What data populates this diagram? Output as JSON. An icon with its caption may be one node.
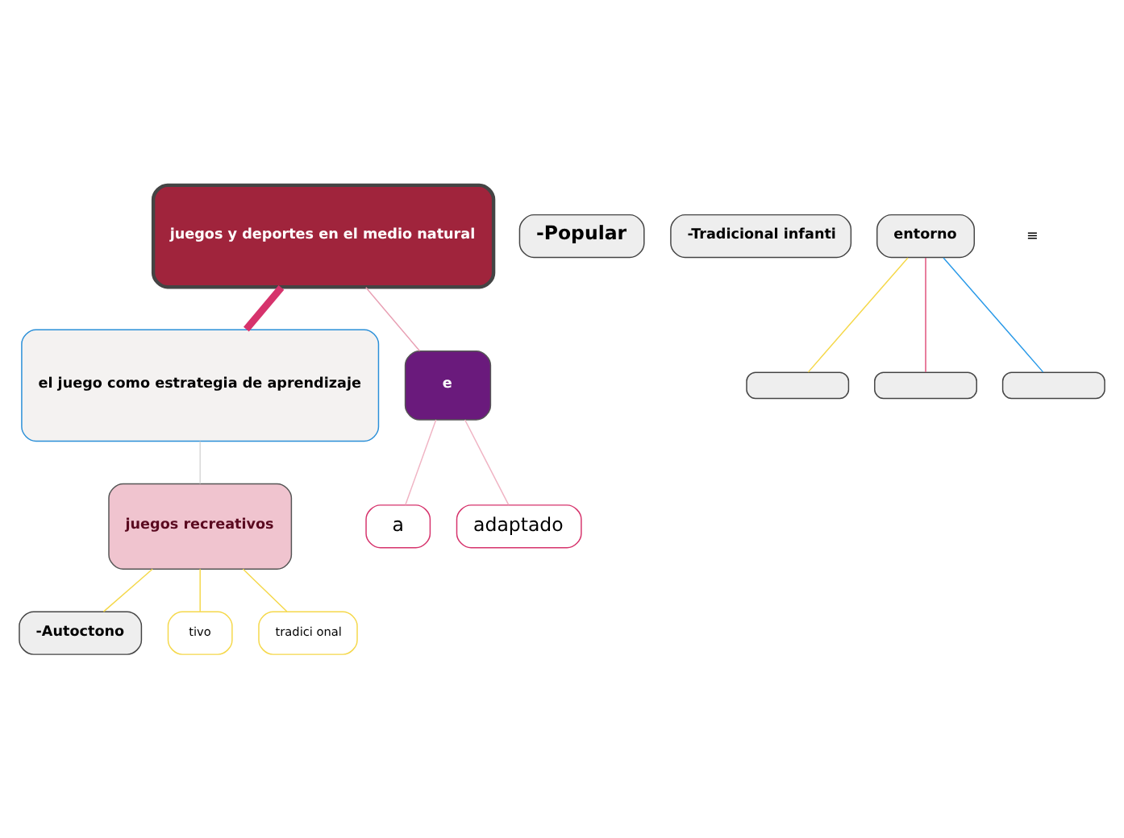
{
  "diagram": {
    "nodes": [
      {
        "text": [
          "juegos y deportes en el medio natural"
        ]
      },
      {
        "text": [
          "el juego como estrategia de aprendizaje"
        ]
      },
      {
        "text": [
          "e"
        ]
      },
      {
        "text": [
          "a"
        ]
      },
      {
        "text": [
          "adaptado"
        ]
      },
      {
        "text": [
          "juegos recreativos"
        ]
      },
      {
        "text": [
          "-Autoctono"
        ]
      },
      {
        "text": [
          "tivo"
        ]
      },
      {
        "text": [
          "tradici onal"
        ]
      },
      {
        "text": [
          "-Popular"
        ]
      },
      {
        "text": [
          "-Tradicional infanti"
        ]
      },
      {
        "text": [
          "entorno"
        ]
      },
      {
        "text": [],
        "shape": "box"
      },
      {
        "text": [],
        "shape": "box"
      },
      {
        "text": [],
        "shape": "box"
      }
    ],
    "edges": [
      {
        "from": 0,
        "to": 1,
        "arrow": "none",
        "style": "thick",
        "color": "#d6336c"
      },
      {
        "from": 0,
        "to": 2,
        "arrow": "none",
        "color": "#e8a0b4"
      },
      {
        "from": 2,
        "to": 3,
        "arrow": "none",
        "color": "#f0b4c4"
      },
      {
        "from": 2,
        "to": 4,
        "arrow": "none",
        "color": "#f0b4c4"
      },
      {
        "from": 1,
        "to": 5,
        "arrow": "none",
        "color": "#d8d8d8"
      },
      {
        "from": 5,
        "to": 6,
        "arrow": "none",
        "color": "#f5d84a"
      },
      {
        "from": 5,
        "to": 7,
        "arrow": "none",
        "color": "#f5d84a"
      },
      {
        "from": 5,
        "to": 8,
        "arrow": "none",
        "color": "#f5d84a"
      },
      {
        "from": 11,
        "to": 12,
        "arrow": "none",
        "color": "#f5d84a"
      },
      {
        "from": 11,
        "to": 13,
        "arrow": "none",
        "color": "#e0507a"
      },
      {
        "from": 11,
        "to": 14,
        "arrow": "none",
        "color": "#2a9ae8"
      }
    ],
    "labels": [
      "≡"
    ]
  }
}
